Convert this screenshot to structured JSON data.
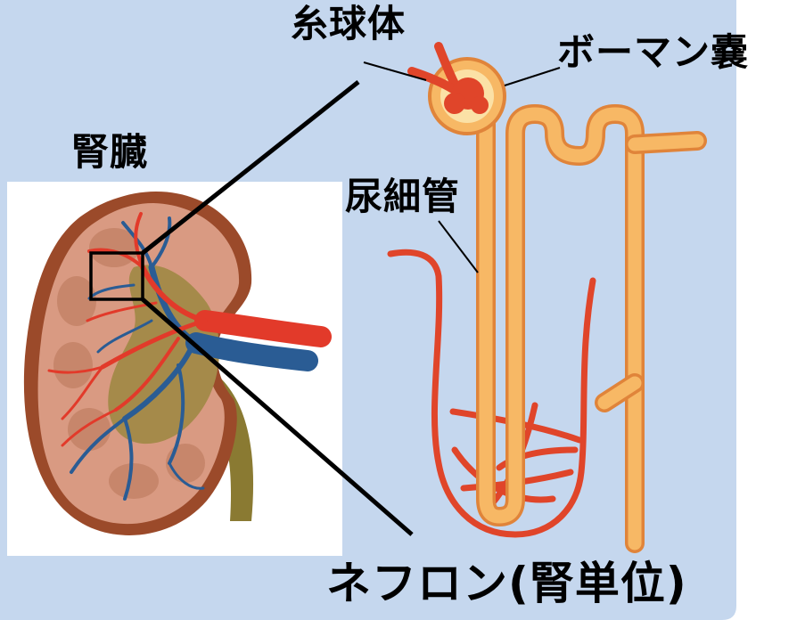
{
  "labels": {
    "kidney": "腎臓",
    "glomerulus": "糸球体",
    "bowman_capsule": "ボーマン嚢",
    "renal_tubule": "尿細管",
    "nephron": "ネフロン(腎単位)"
  },
  "colors": {
    "panel_background": "#c5d7ee",
    "kidney_tissue": "#d99a82",
    "kidney_capsule": "#9b4a2a",
    "kidney_inner": "#a58a4a",
    "artery": "#e23a2a",
    "vein": "#2a5c94",
    "ureter": "#8a7a32",
    "tubule_fill": "#f7b865",
    "tubule_outline": "#e0843a",
    "capillary": "#e0452a"
  }
}
